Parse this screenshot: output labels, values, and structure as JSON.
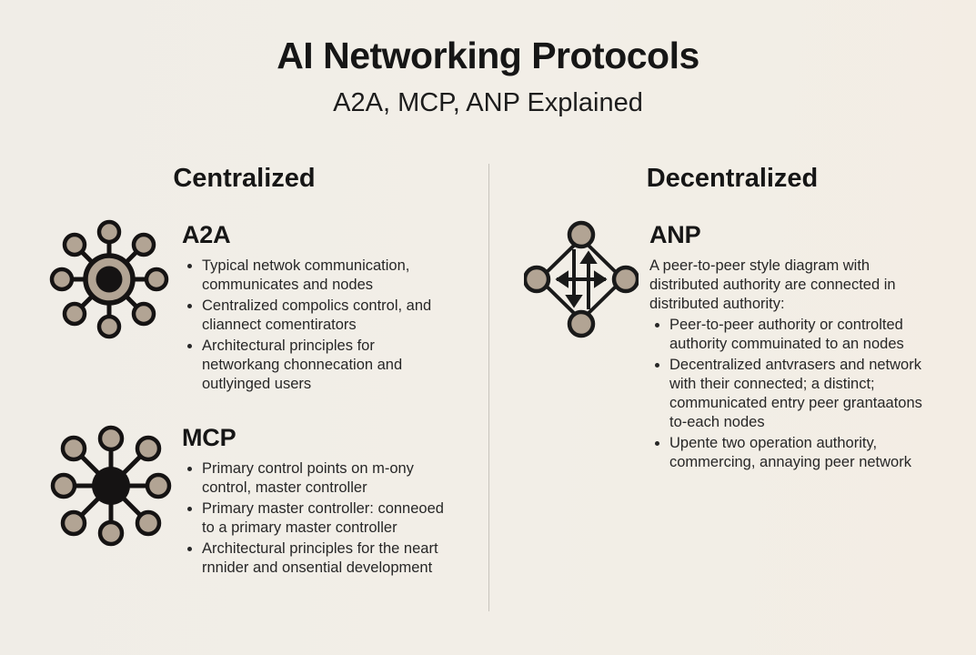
{
  "page": {
    "title": "AI Networking Protocols",
    "subtitle": "A2A, MCP, ANP Explained"
  },
  "colors": {
    "background": "#f1ede6",
    "ink": "#1c1c1c",
    "node_tan": "#b2a494",
    "node_black": "#151313",
    "divider_gray": "#c8c4bd"
  },
  "columns": {
    "left": {
      "header": "Centralized",
      "sections": [
        {
          "heading": "A2A",
          "diagram_icon": "hub-and-spoke-ringed-center",
          "bullets": [
            "Typical netwok communication, communicates and nodes",
            "Centralized compolics control, and cliannect comentirators",
            "Architectural principles for networkang chonnecation and outlyinged users"
          ]
        },
        {
          "heading": "MCP",
          "diagram_icon": "hub-and-spoke-solid-center",
          "bullets": [
            "Primary control points on m-ony control, master controller",
            "Primary master controller: conneoed to a primary master controller",
            "Architectural principles for the neart rnnider and onsential development"
          ]
        }
      ]
    },
    "right": {
      "header": "Decentralized",
      "sections": [
        {
          "heading": "ANP",
          "diagram_icon": "peer-to-peer-diamond-arrows",
          "intro": "A peer-to-peer style diagram with distributed authority are connected in distributed authority:",
          "bullets": [
            "Peer-to-peer authority or controlted authority commuinated to an nodes",
            "Decentralized antvrasers and network with their connected; a distinct; communicated entry peer grantaatons to-each nodes",
            "Upente two operation authority, commercing, annaying peer network"
          ]
        }
      ]
    }
  }
}
